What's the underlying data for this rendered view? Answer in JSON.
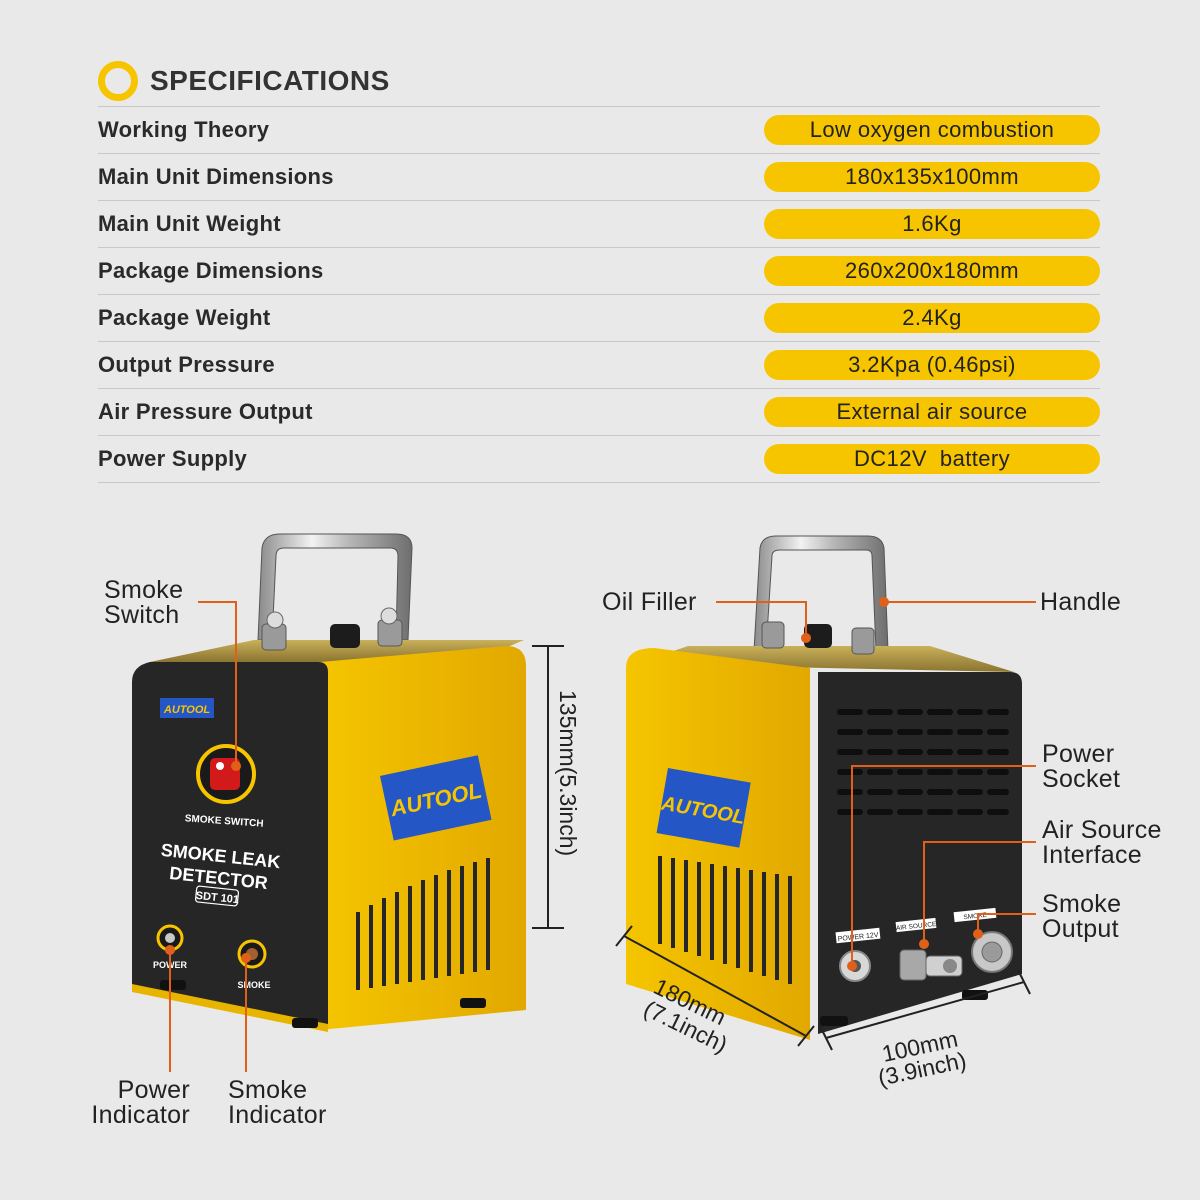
{
  "header": {
    "title": "SPECIFICATIONS"
  },
  "specs": [
    {
      "label": "Working Theory",
      "value": "Low oxygen combustion"
    },
    {
      "label": "Main Unit Dimensions",
      "value": "180x135x100mm"
    },
    {
      "label": "Main Unit Weight",
      "value": "1.6Kg"
    },
    {
      "label": "Package Dimensions",
      "value": "260x200x180mm"
    },
    {
      "label": "Package Weight",
      "value": "2.4Kg"
    },
    {
      "label": "Output Pressure",
      "value": "3.2Kpa (0.46psi)"
    },
    {
      "label": "Air Pressure Output",
      "value": "External air source"
    },
    {
      "label": "Power Supply",
      "value": "DC12V  battery"
    }
  ],
  "front": {
    "brand": "AUTOOL",
    "panel_brand": "AUTOOL",
    "switch_label": "SMOKE SWITCH",
    "title_line1": "SMOKE LEAK",
    "title_line2": "DETECTOR",
    "model": "SDT 101",
    "power_label": "POWER",
    "smoke_label": "SMOKE",
    "height_dim": "135mm(5.3inch)"
  },
  "back": {
    "brand": "AUTOOL",
    "port_power": "POWER 12V",
    "port_air": "AIR SOURCE",
    "port_smoke": "SMOKE",
    "depth_dim_1": "180mm",
    "depth_dim_2": "(7.1inch)",
    "width_dim_1": "100mm",
    "width_dim_2": "(3.9inch)"
  },
  "callouts": {
    "smoke_switch_1": "Smoke",
    "smoke_switch_2": "Switch",
    "power_indicator_1": "Power",
    "power_indicator_2": "Indicator",
    "smoke_indicator_1": "Smoke",
    "smoke_indicator_2": "Indicator",
    "oil_filler": "Oil Filler",
    "handle": "Handle",
    "power_socket_1": "Power",
    "power_socket_2": "Socket",
    "air_source_1": "Air Source",
    "air_source_2": "Interface",
    "smoke_output_1": "Smoke",
    "smoke_output_2": "Output"
  },
  "colors": {
    "accent": "#f7c500",
    "callout_line": "#e0601a",
    "panel": "#262626",
    "background": "#e9e9e9"
  }
}
